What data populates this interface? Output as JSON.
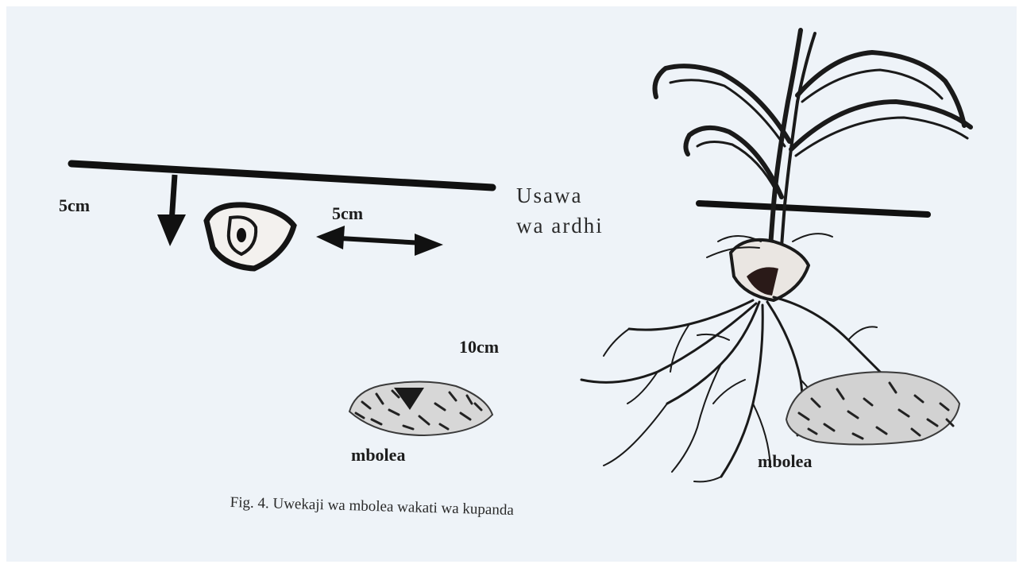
{
  "diagram": {
    "depth_label": "5cm",
    "spacing_label": "5cm",
    "ground_label_line1": "Usawa",
    "ground_label_line2": "wa ardhi",
    "distance_label": "10cm",
    "fertilizer_label_left": "mbolea",
    "fertilizer_label_right": "mbolea",
    "caption": "Fig. 4. Uwekaji wa mbolea wakati wa kupanda"
  }
}
